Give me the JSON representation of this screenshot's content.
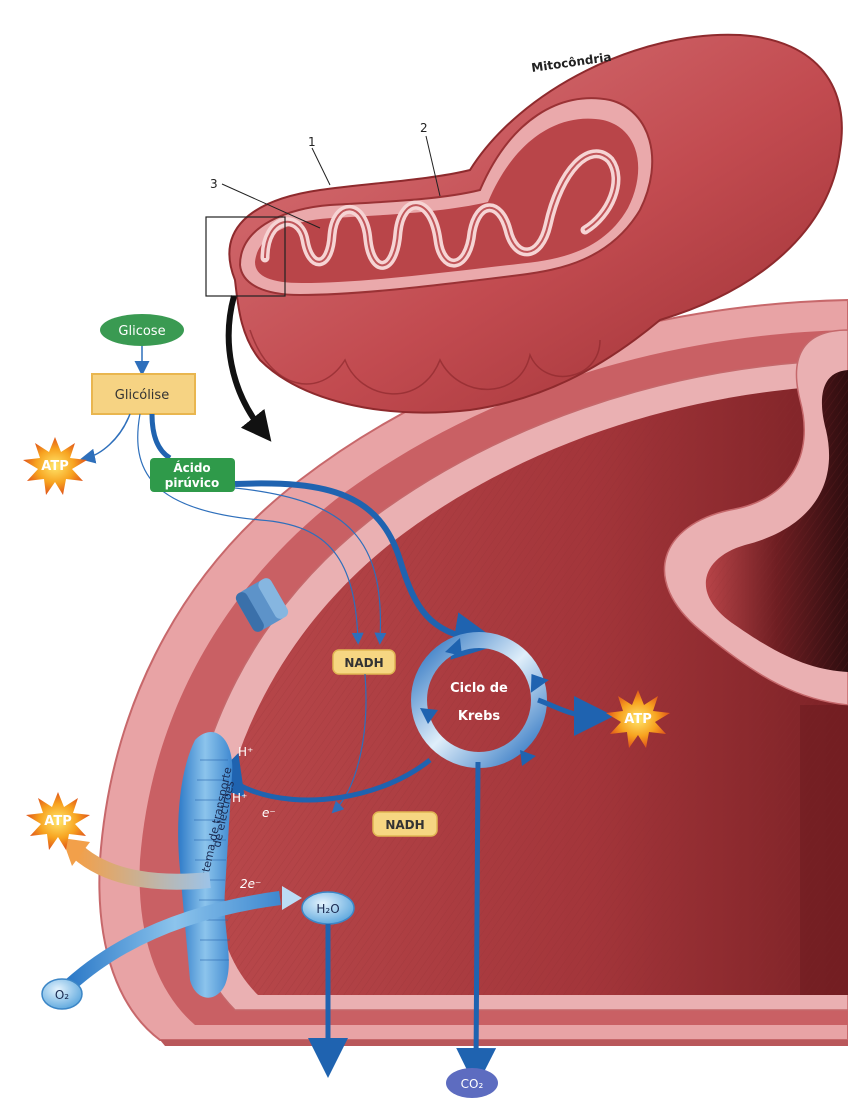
{
  "labels": {
    "mitocondria": "Mitocôndria",
    "part_1": "1",
    "part_2": "2",
    "part_3": "3",
    "glicose": "Glicose",
    "glicolise": "Glicólise",
    "acido_line1": "Ácido",
    "acido_line2": "pirúvico",
    "atp": "ATP",
    "nadh": "NADH",
    "krebs_line1": "Ciclo de",
    "krebs_line2": "Krebs",
    "h_plus": "H⁺",
    "electron": "e⁻",
    "two_electrons": "2e⁻",
    "ets_line1": "Sistema de transporte",
    "ets_line2": "de electrões",
    "h2o": "H₂O",
    "o2": "O₂",
    "co2": "CO₂"
  },
  "colors": {
    "membrane": "#c8565a",
    "membrane_dark": "#8e2a2d",
    "membrane_light": "#f0b4b4",
    "matrix": "#a8393c",
    "arrow_blue": "#1f63b0",
    "nadh_fill": "#f6d682",
    "glicose_green": "#3a9a52",
    "glicolise_fill": "#f6d383",
    "atp_orange": "#f28c1e",
    "pill_blue": "#8cc4ec"
  }
}
